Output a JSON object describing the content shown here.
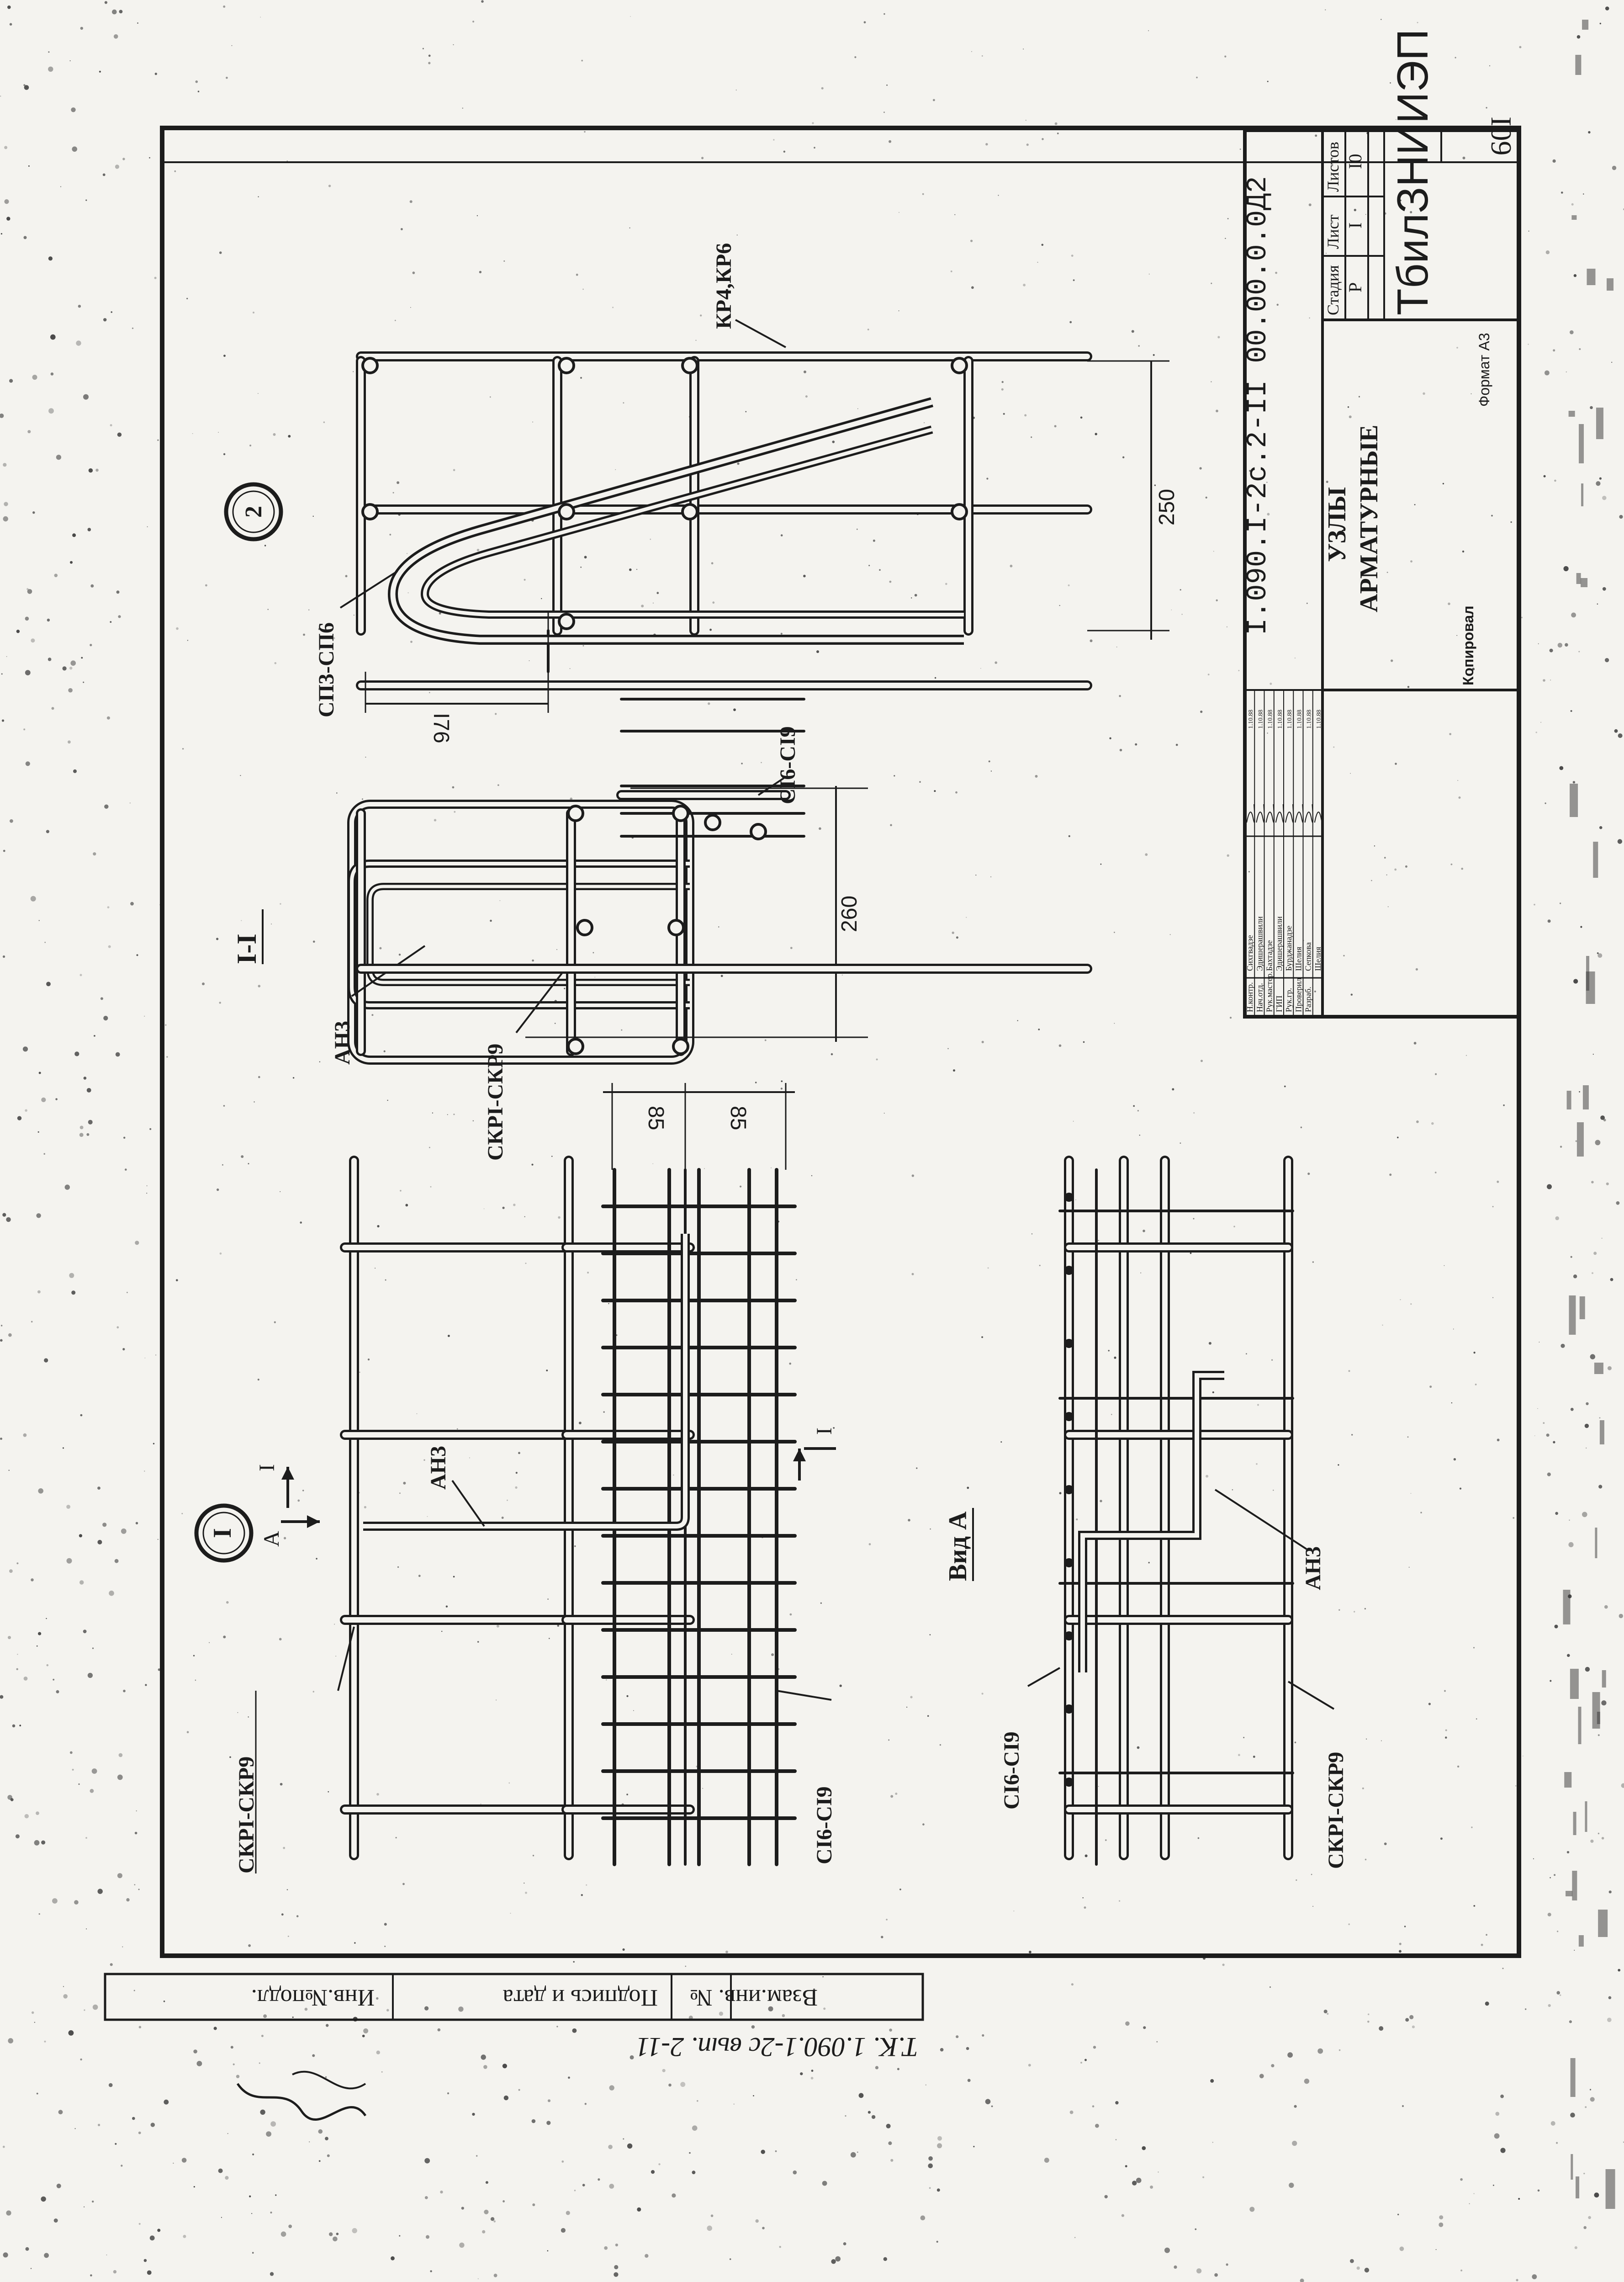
{
  "sheet": {
    "page_number": "I09",
    "format_label": "Формат А3",
    "copied_label": "Копировал",
    "handwritten_ref": "Т.К. 1.090.1-2с вып. 2-11"
  },
  "left_stamp": {
    "cells": [
      "Взам.инв. №",
      "Подпись и дата",
      "Инв.№подл."
    ]
  },
  "title_block": {
    "designation": "I.090.I-2с.2-II 00.00.0.0Д2",
    "title_line1": "УЗЛЫ",
    "title_line2": "АРМАТУРНЫЕ",
    "organization": "ТбилЗНИИЭП",
    "stage_header": "Стадия",
    "sheet_header": "Лист",
    "sheets_header": "Листов",
    "stage_value": "Р",
    "sheet_value": "I",
    "sheets_value": "I0",
    "rows": [
      {
        "role": "Н.контр.",
        "name": "Сихгвадзе",
        "date": "1.10.88"
      },
      {
        "role": "Нач.отд.",
        "name": "Эдишерашвили",
        "date": "1.10.88"
      },
      {
        "role": "Рук.мастер.",
        "name": "Бахтадзе",
        "date": "1.10.88"
      },
      {
        "role": "ГИП",
        "name": "Эдишерашвили",
        "date": "1.10.88"
      },
      {
        "role": "Рук.гр.",
        "name": "Бурджанадзе",
        "date": "1.10.88"
      },
      {
        "role": "Проверил",
        "name": "Шелия",
        "date": "1.10.88"
      },
      {
        "role": "Разраб.",
        "name": "Сепкова",
        "date": "1.10.88"
      },
      {
        "role": "",
        "name": "Шелия",
        "date": "1.10.88"
      }
    ]
  },
  "node1": {
    "marker": "I",
    "arrow_label": "А",
    "section_mark": "I",
    "label_skr": "СКРI-СКР9",
    "label_an": "АН3",
    "label_c": "СI6-СI9",
    "dim_left": "85",
    "dim_right": "85"
  },
  "view_a": {
    "title": "Вид А",
    "label_c": "СI6-СI9",
    "label_an": "АН3",
    "label_skr": "СКРI-СКР9"
  },
  "section_11": {
    "title": "I-I",
    "label_an": "АН3",
    "label_skr": "СКРI-СКР9",
    "label_c": "СI6-СI9",
    "dim": "260"
  },
  "node2": {
    "marker": "2",
    "label_sp": "СП3-СП6",
    "label_kr": "КР4,КР6",
    "dim_left": "I76",
    "dim_right": "250"
  }
}
